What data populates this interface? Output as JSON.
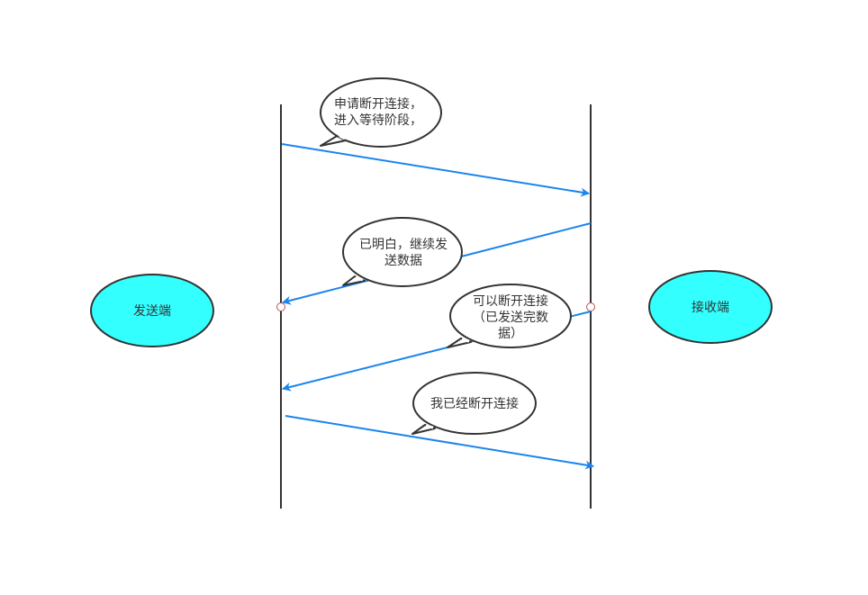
{
  "actors": {
    "sender": {
      "label": "发送端"
    },
    "receiver": {
      "label": "接收端"
    }
  },
  "messages": [
    {
      "lines": [
        "申请断开连接，",
        "进入等待阶段，"
      ],
      "direction": "sender-to-receiver"
    },
    {
      "lines": [
        "已明白，继续发",
        "送数据"
      ],
      "direction": "receiver-to-sender"
    },
    {
      "lines": [
        "可以断开连接",
        "（已发送完数",
        "据）"
      ],
      "direction": "receiver-to-sender"
    },
    {
      "lines": [
        "我已经断开连接"
      ],
      "direction": "sender-to-receiver"
    }
  ],
  "colors": {
    "actor_fill": "#33ffff",
    "arrow": "#1a85ec",
    "lifeline": "#333333",
    "anchor_stroke": "#b85450"
  }
}
